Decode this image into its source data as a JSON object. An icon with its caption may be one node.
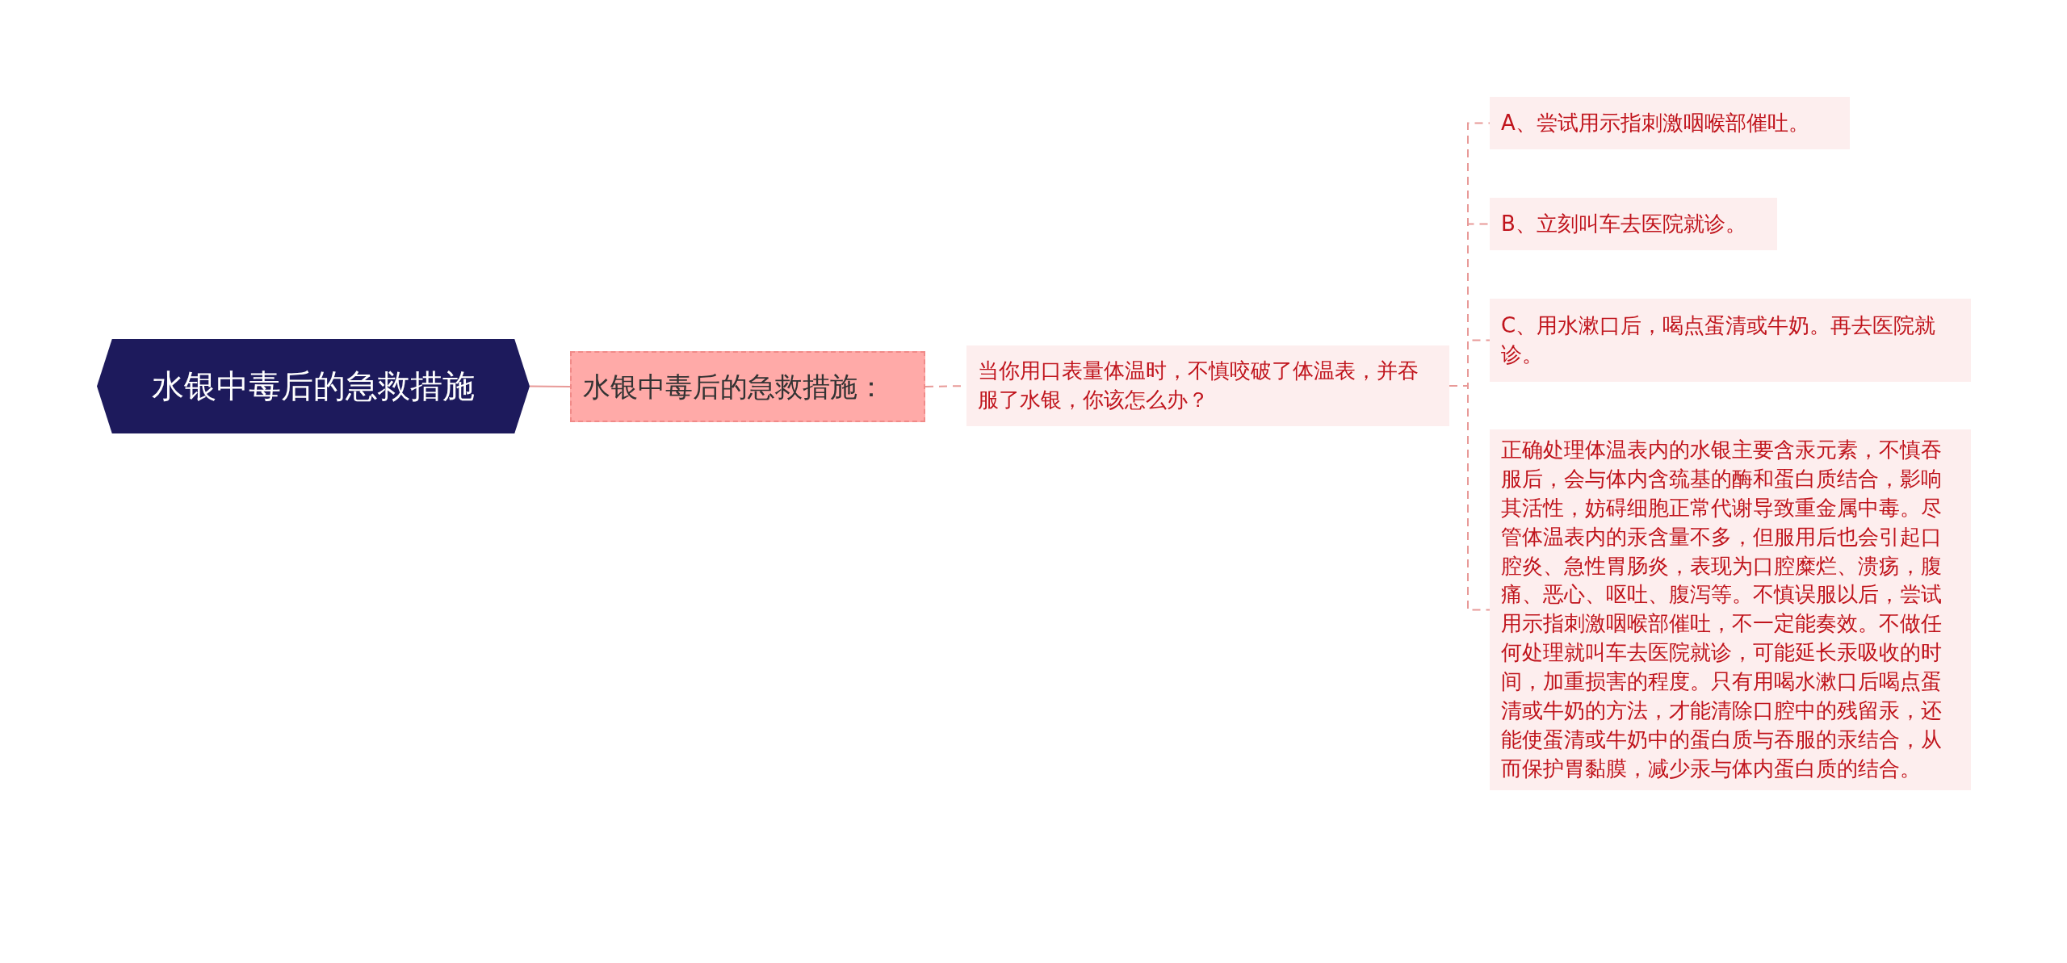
{
  "diagram": {
    "nodes": [
      {
        "text": [
          "水银中毒后的急救措施"
        ]
      },
      {
        "text": [
          "水银中毒后的急救措施："
        ]
      },
      {
        "text": [
          "当你用口表量体温时，不慎咬破了体温表，并吞服了水银，你该怎么办？"
        ]
      },
      {
        "text": [
          "A、尝试用示指刺激咽喉部催吐。"
        ]
      },
      {
        "text": [
          "B、立刻叫车去医院就诊。"
        ]
      },
      {
        "text": [
          "C、用水漱口后，喝点蛋清或牛奶。再去医院就诊。"
        ]
      },
      {
        "text": [
          "正确处理体温表内的水银主要含汞元素，不慎吞服后，会与体内含巯基的酶和蛋白质结合，影响其活性，妨碍细胞正常代谢导致重金属中毒。尽管体温表内的汞含量不多，但服用后也会引起口腔炎、急性胃肠炎，表现为口腔糜烂、溃疡，腹痛、恶心、呕吐、腹泻等。不慎误服以后，尝试用示指刺激咽喉部催吐，不一定能奏效。不做任何处理就叫车去医院就诊，可能延长汞吸收的时间，加重损害的程度。只有用喝水漱口后喝点蛋清或牛奶的方法，才能清除口腔中的残留汞，还能使蛋清或牛奶中的蛋白质与吞服的汞结合，从而保护胃黏膜，减少汞与体内蛋白质的结合。"
        ]
      }
    ],
    "edges": [
      {
        "from": 0,
        "to": 1,
        "arrow": "none"
      },
      {
        "from": 1,
        "to": 2,
        "arrow": "none",
        "style": "dashed"
      },
      {
        "from": 2,
        "to": 3,
        "arrow": "none",
        "style": "dashed"
      },
      {
        "from": 2,
        "to": 4,
        "arrow": "none",
        "style": "dashed"
      },
      {
        "from": 2,
        "to": 5,
        "arrow": "none",
        "style": "dashed"
      },
      {
        "from": 2,
        "to": 6,
        "arrow": "none",
        "style": "dashed"
      }
    ]
  }
}
